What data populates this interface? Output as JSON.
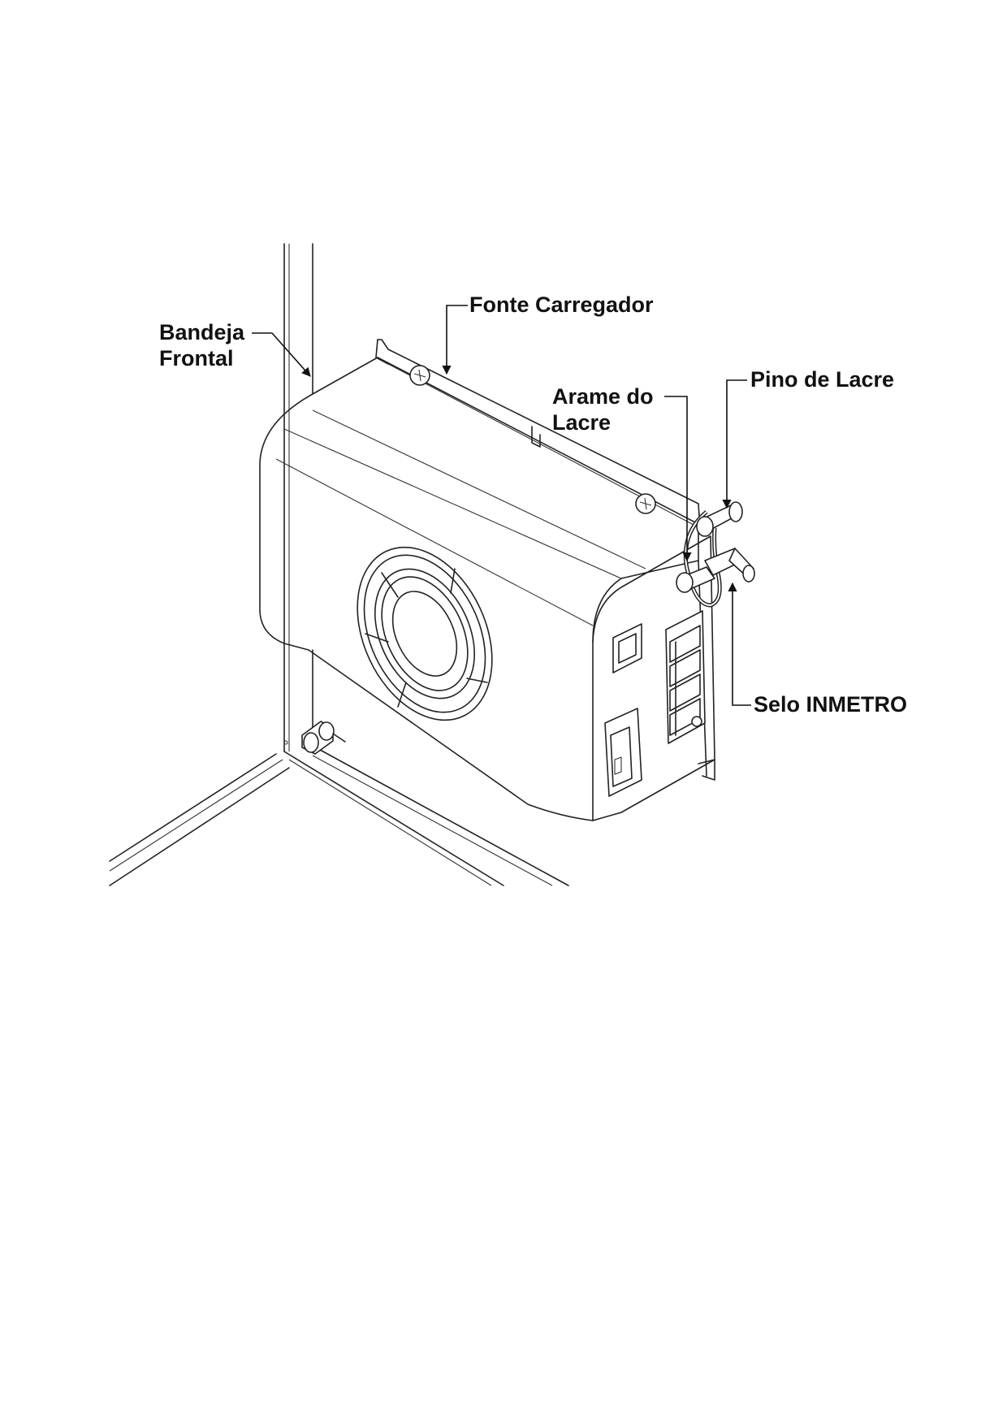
{
  "labels": {
    "bandeja_line1": "Bandeja",
    "bandeja_line2": "Frontal",
    "fonte": "Fonte Carregador",
    "arame_line1": "Arame do",
    "arame_line2": "Lacre",
    "pino": "Pino de Lacre",
    "selo": "Selo INMETRO"
  }
}
